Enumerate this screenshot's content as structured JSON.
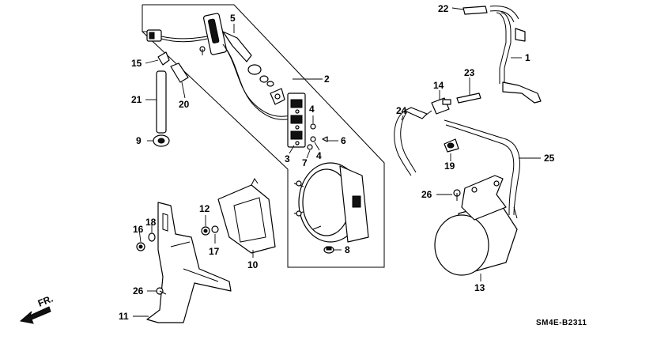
{
  "diagram": {
    "code": "SM4E-B2311",
    "direction_label": "FR.",
    "callouts": [
      "1",
      "2",
      "3",
      "4",
      "4",
      "5",
      "6",
      "7",
      "8",
      "9",
      "10",
      "11",
      "12",
      "13",
      "14",
      "15",
      "16",
      "17",
      "18",
      "19",
      "20",
      "21",
      "22",
      "23",
      "24",
      "25",
      "26",
      "26"
    ]
  }
}
